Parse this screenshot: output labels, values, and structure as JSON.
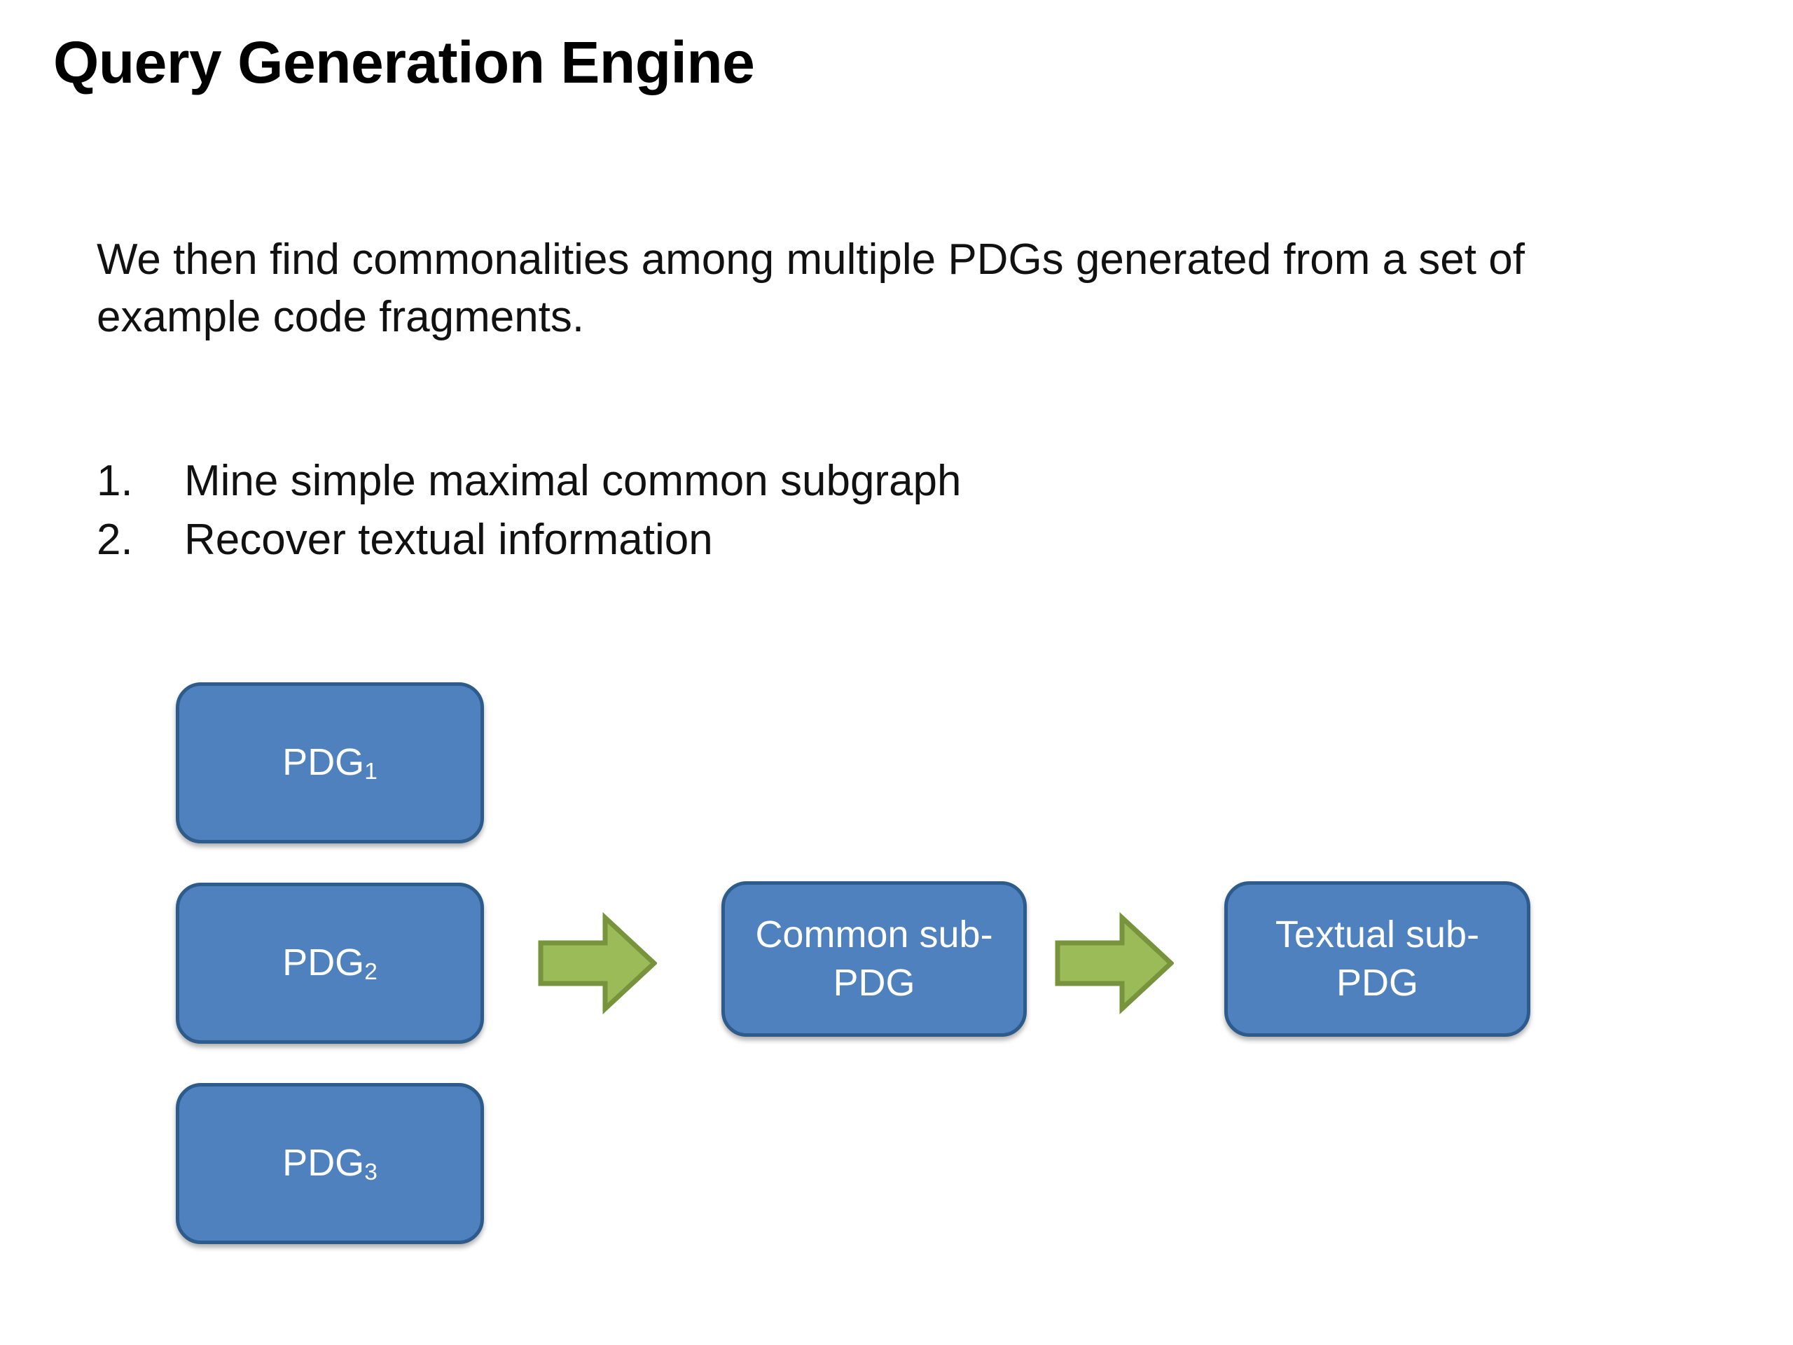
{
  "slide": {
    "title": "Query Generation Engine",
    "body_paragraph": "We then find commonalities among multiple PDGs generated from a set of example code fragments.",
    "steps": [
      {
        "number": "1.",
        "text": "Mine simple maximal common subgraph"
      },
      {
        "number": "2.",
        "text": "Recover textual information"
      }
    ],
    "diagram": {
      "input_nodes": [
        {
          "base": "PDG",
          "subscript": "1"
        },
        {
          "base": "PDG",
          "subscript": "2"
        },
        {
          "base": "PDG",
          "subscript": "3"
        }
      ],
      "process_nodes": [
        {
          "label": "Common sub-PDG"
        },
        {
          "label": "Textual sub-PDG"
        }
      ],
      "arrows": [
        {
          "name": "arrow-pdgs-to-common",
          "direction": "right"
        },
        {
          "name": "arrow-common-to-textual",
          "direction": "right"
        }
      ],
      "colors": {
        "node_fill": "#4e81bd",
        "node_border": "#2d5c8c",
        "node_text": "#ffffff",
        "arrow_fill": "#9bbb59",
        "arrow_border": "#77933c",
        "background": "#ffffff",
        "text": "#000000"
      }
    }
  }
}
